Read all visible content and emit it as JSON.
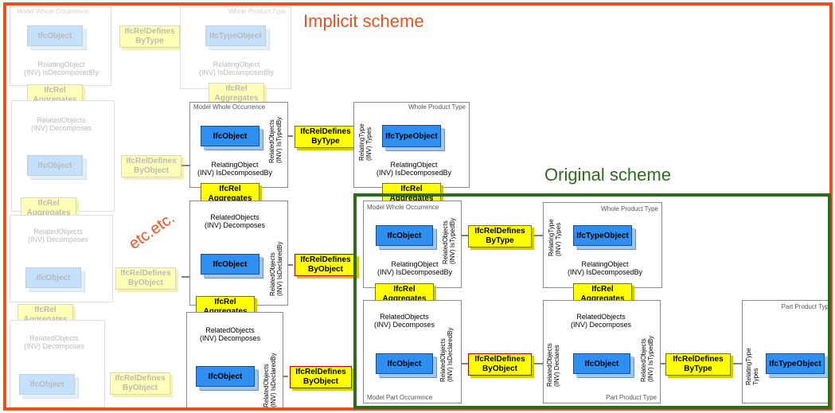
{
  "schemes": {
    "implicit_title": "Implicit scheme",
    "original_title": "Original scheme",
    "etc_text": "etc.etc.",
    "implicit_color": "#f04e1e",
    "original_color": "#2e6b1e"
  },
  "entities": {
    "ifc_object": "IfcObject",
    "ifc_type_object": "IfcTypeObject",
    "rel_defines_by_type": "IfcRelDefines\nByType",
    "rel_defines_by_object": "IfcRelDefines\nByObject",
    "rel_aggregates": "IfcRel\nAggregates"
  },
  "captions": {
    "model_whole_occurrence": "Model Whole Occurrence",
    "whole_product_type": "Whole Product Type",
    "model_part_occurrence": "Model Part Occurrence",
    "part_product_type": "Part Product Type",
    "part_product_type_cut": "Part Product Typ"
  },
  "attributes": {
    "relating_object_decomposed": "RelatingObject\n(INV) IsDecomposedBy",
    "related_objects_decomposes": "RelatedObjects\n(INV) Decomposes",
    "related_objects_typed_by": "RelatedObjects\n(INV) IsTypedBy",
    "related_objects_declared_by": "RelatedObjects\n(INV) IsDeclaredBy",
    "relating_type_types": "RelatingType\n(INV) Types",
    "related_objects_declares": "RelatedObjects\n(INV) Declares",
    "relating_type_types_short": "RelatingType\nTypes"
  },
  "colors": {
    "object_blue": "#2f8ff0",
    "relationship_yellow": "#ffff00"
  }
}
